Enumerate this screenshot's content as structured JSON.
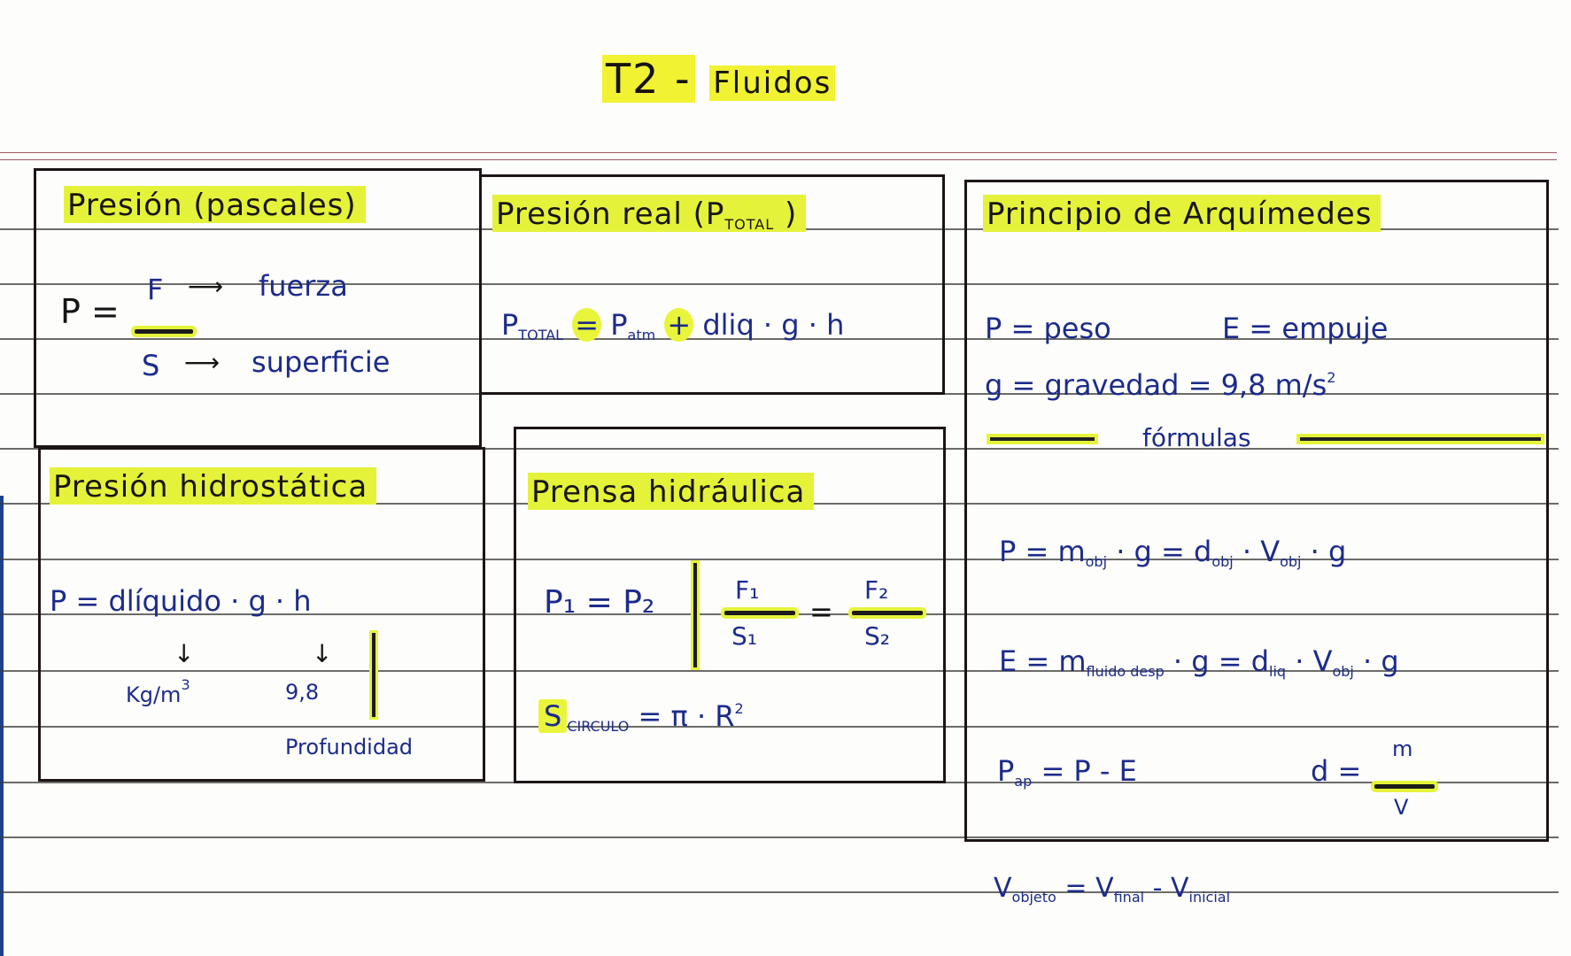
{
  "page": {
    "title_part1": "T2 -",
    "title_part2": "Fluidos"
  },
  "boxes": {
    "presion": {
      "heading": "Presión (pascales)",
      "formula_lhs": "P =",
      "numerator": "F",
      "numerator_meaning": "fuerza",
      "denominator": "S",
      "denominator_meaning": "superficie"
    },
    "presion_real": {
      "heading": "Presión real (P",
      "heading_sub": "TOTAL",
      "heading_close": ")",
      "lhs": "P",
      "lhs_sub": "TOTAL",
      "eq": "=",
      "term1": "P",
      "term1_sub": "atm",
      "plus": "+",
      "term2": "dliq · g · h"
    },
    "hidrostatica": {
      "heading": "Presión hidrostática",
      "formula": "P = dlíquido · g · h",
      "label_density": "Kg/m",
      "label_density_exp": "3",
      "label_gravity": "9,8",
      "label_depth": "Profundidad"
    },
    "prensa": {
      "heading": "Prensa hidráulica",
      "equality": "P₁ = P₂",
      "f1": "F₁",
      "s1": "S₁",
      "eq": "=",
      "f2": "F₂",
      "s2": "S₂",
      "area_lhs": "S",
      "area_sub": "CIRCULO",
      "area_rhs": "= π · R",
      "area_exp": "2"
    },
    "arquimedes": {
      "heading": "Principio de Arquímedes",
      "def_p": "P = peso",
      "def_e": "E = empuje",
      "def_g": "g = gravedad = 9,8 m/s",
      "def_g_exp": "2",
      "formulas_label": "fórmulas",
      "f_peso_lhs": "P = m",
      "f_peso_sub1": "obj",
      "f_peso_mid": "· g = d",
      "f_peso_sub2": "obj",
      "f_peso_mid2": "· V",
      "f_peso_sub3": "obj",
      "f_peso_end": "· g",
      "f_empuje_lhs": "E = m",
      "f_empuje_sub1": "fluido desp",
      "f_empuje_mid": "· g = d",
      "f_empuje_sub2": "liq",
      "f_empuje_mid2": "· V",
      "f_empuje_sub3": "obj",
      "f_empuje_end": "· g",
      "f_ap_lhs": "P",
      "f_ap_sub": "ap",
      "f_ap_rhs": "= P - E",
      "f_d_lhs": "d =",
      "f_d_num": "m",
      "f_d_den": "V"
    }
  },
  "footer": {
    "lhs": "V",
    "lhs_sub": "objeto",
    "eq": "=",
    "v1": "V",
    "v1_sub": "final",
    "minus": "-",
    "v2": "V",
    "v2_sub": "inicial"
  },
  "colors": {
    "highlighter": "#e9f53a",
    "ink_blue": "#1c2b8a",
    "ink_black": "#141414",
    "margin_red": "#a0525c"
  }
}
